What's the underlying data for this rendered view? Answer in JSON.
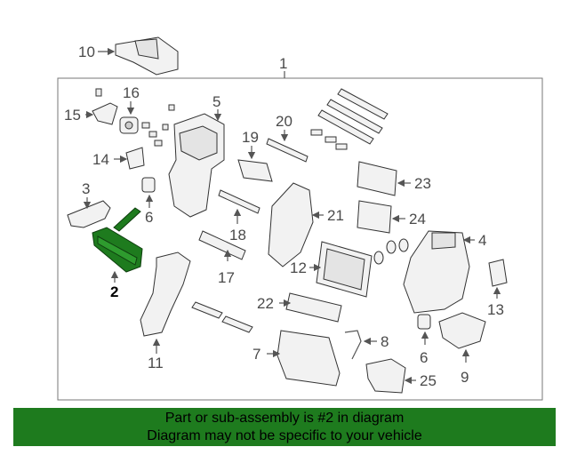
{
  "callouts": {
    "c1": "1",
    "c2": "2",
    "c3": "3",
    "c4": "4",
    "c5": "5",
    "c6a": "6",
    "c6b": "6",
    "c7": "7",
    "c8": "8",
    "c9": "9",
    "c10": "10",
    "c11": "11",
    "c12": "12",
    "c13": "13",
    "c14": "14",
    "c15": "15",
    "c16": "16",
    "c17": "17",
    "c18": "18",
    "c19": "19",
    "c20": "20",
    "c21": "21",
    "c22": "22",
    "c23": "23",
    "c24": "24",
    "c25": "25"
  },
  "highlight_part": "2",
  "colors": {
    "highlight": "#1e7b1e",
    "footer_bg": "#1e7b1e"
  },
  "footer": {
    "line1": "Part or sub-assembly is #2 in diagram",
    "line2": "Diagram may not be specific to your vehicle"
  }
}
